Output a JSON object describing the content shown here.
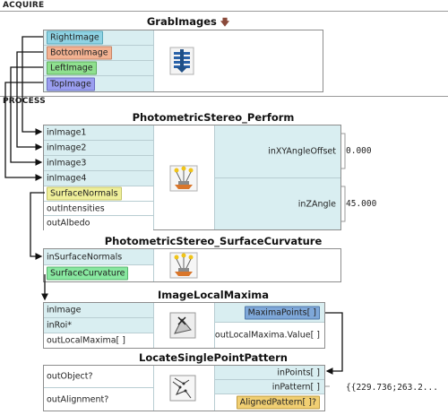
{
  "sections": {
    "acquire": "ACQUIRE",
    "process": "PROCESS"
  },
  "grab": {
    "title": "GrabImages",
    "outputs": [
      "RightImage",
      "BottomImage",
      "LeftImage",
      "TopImage"
    ]
  },
  "perform": {
    "title": "PhotometricStereo_Perform",
    "inputs": [
      "inImage1",
      "inImage2",
      "inImage3",
      "inImage4"
    ],
    "outputs": [
      "SurfaceNormals",
      "outIntensities",
      "outAlbedo"
    ],
    "params": [
      {
        "name": "inXYAngleOffset",
        "value": "0.000"
      },
      {
        "name": "inZAngle",
        "value": "45.000"
      }
    ]
  },
  "curv": {
    "title": "PhotometricStereo_SurfaceCurvature",
    "input": "inSurfaceNormals",
    "output": "SurfaceCurvature"
  },
  "maxima": {
    "title": "ImageLocalMaxima",
    "inputs": [
      "inImage",
      "inRoi*"
    ],
    "output": "outLocalMaxima[ ]",
    "rightOutputs": [
      "MaximaPoints[ ]",
      "outLocalMaxima.Value[ ]"
    ]
  },
  "locate": {
    "title": "LocateSinglePointPattern",
    "outputs": [
      "outObject?",
      "outAlignment?"
    ],
    "rightInputs": [
      "inPoints[ ]",
      "inPattern[ ]",
      "AlignedPattern[ ]?"
    ],
    "patternValue": "{{229.736;263.2..."
  }
}
